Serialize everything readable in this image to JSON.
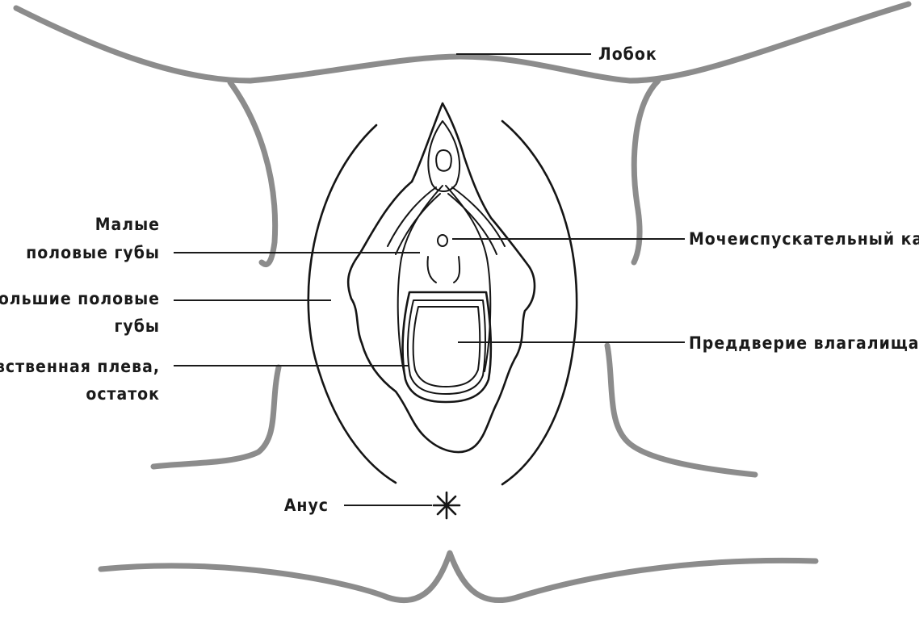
{
  "labels": {
    "mons_pubis": "Лобок",
    "labia_minora_line1": "Малые",
    "labia_minora_line2": "половые губы",
    "labia_majora_line1": "Большие половые",
    "labia_majora_line2": "губы",
    "hymen_line1": "Девственная плева,",
    "hymen_line2": "остаток",
    "urethra": "Мочеиспускательный канал",
    "vestibule": "Преддверие влагалища",
    "anus": "Анус"
  },
  "colors": {
    "outline": "#8c8c8c",
    "ink": "#151515",
    "background": "#ffffff"
  }
}
